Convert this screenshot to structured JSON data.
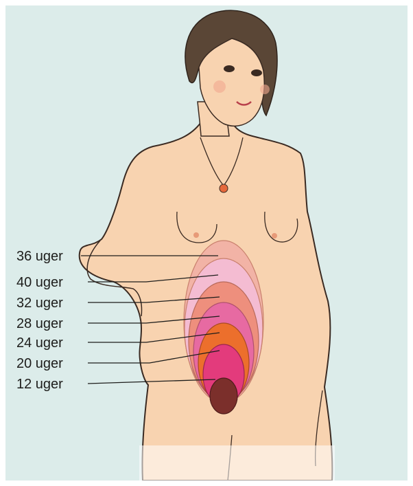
{
  "diagram": {
    "labels": [
      "36 uger",
      "40 uger",
      "32 uger",
      "28 uger",
      "24 uger",
      "20 uger",
      "12 uger"
    ]
  },
  "colors": {
    "background": "#dcecea",
    "skin": "#f8d3b0",
    "outline": "#3a2a22",
    "hair": "#5a4636",
    "week36": "#f2b3a6",
    "week40": "#f4bcd2",
    "week32": "#ee8f7d",
    "week28": "#e76aa2",
    "week24": "#ec6f2c",
    "week20": "#e33b7c",
    "week12": "#7b2f2b"
  }
}
